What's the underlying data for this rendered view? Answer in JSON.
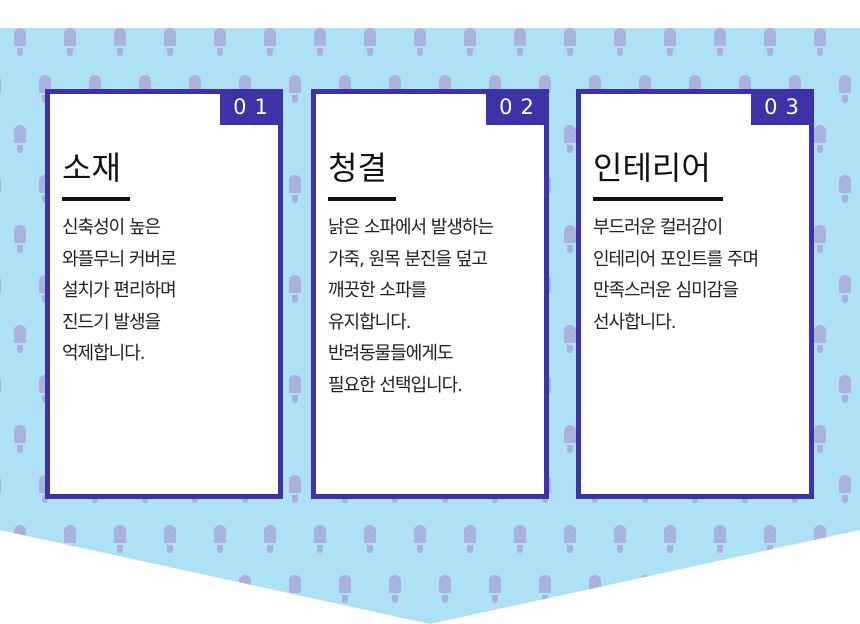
{
  "cards": [
    {
      "number": "01",
      "title": "소재",
      "lines": [
        "신축성이 높은",
        "와플무늬 커버로",
        "설치가 편리하며",
        "진드기 발생을",
        "억제합니다."
      ]
    },
    {
      "number": "02",
      "title": "청결",
      "lines": [
        "낡은 소파에서 발생하는",
        "가죽, 원목 분진을 덮고",
        "깨끗한 소파를",
        "유지합니다.",
        "반려동물들에게도",
        "필요한 선택입니다."
      ]
    },
    {
      "number": "03",
      "title": "인테리어",
      "lines": [
        "부드러운 컬러감이",
        "인테리어 포인트를 주며",
        "만족스러운 심미감을",
        "선사합니다."
      ]
    }
  ],
  "colors": {
    "background": "#aee0f6",
    "accent": "#3d33a6",
    "pattern": "#a9b1df"
  }
}
